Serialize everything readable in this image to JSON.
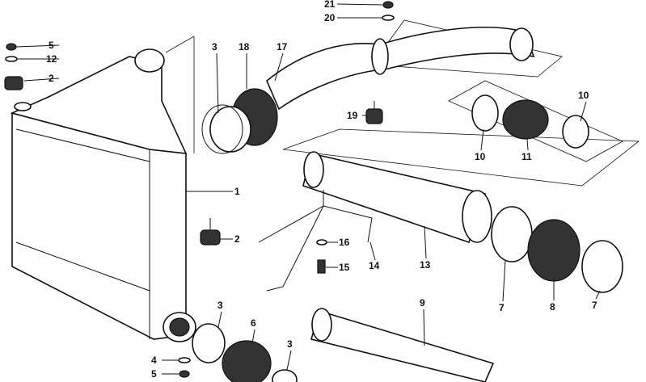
{
  "diagram": {
    "type": "exploded parts diagram",
    "callouts": [
      "21",
      "20",
      "5",
      "12",
      "2",
      "3",
      "18",
      "17",
      "19",
      "10",
      "10",
      "11",
      "1",
      "2",
      "16",
      "15",
      "14",
      "13",
      "7",
      "8",
      "7",
      "9",
      "3",
      "6",
      "3",
      "4",
      "5"
    ]
  }
}
